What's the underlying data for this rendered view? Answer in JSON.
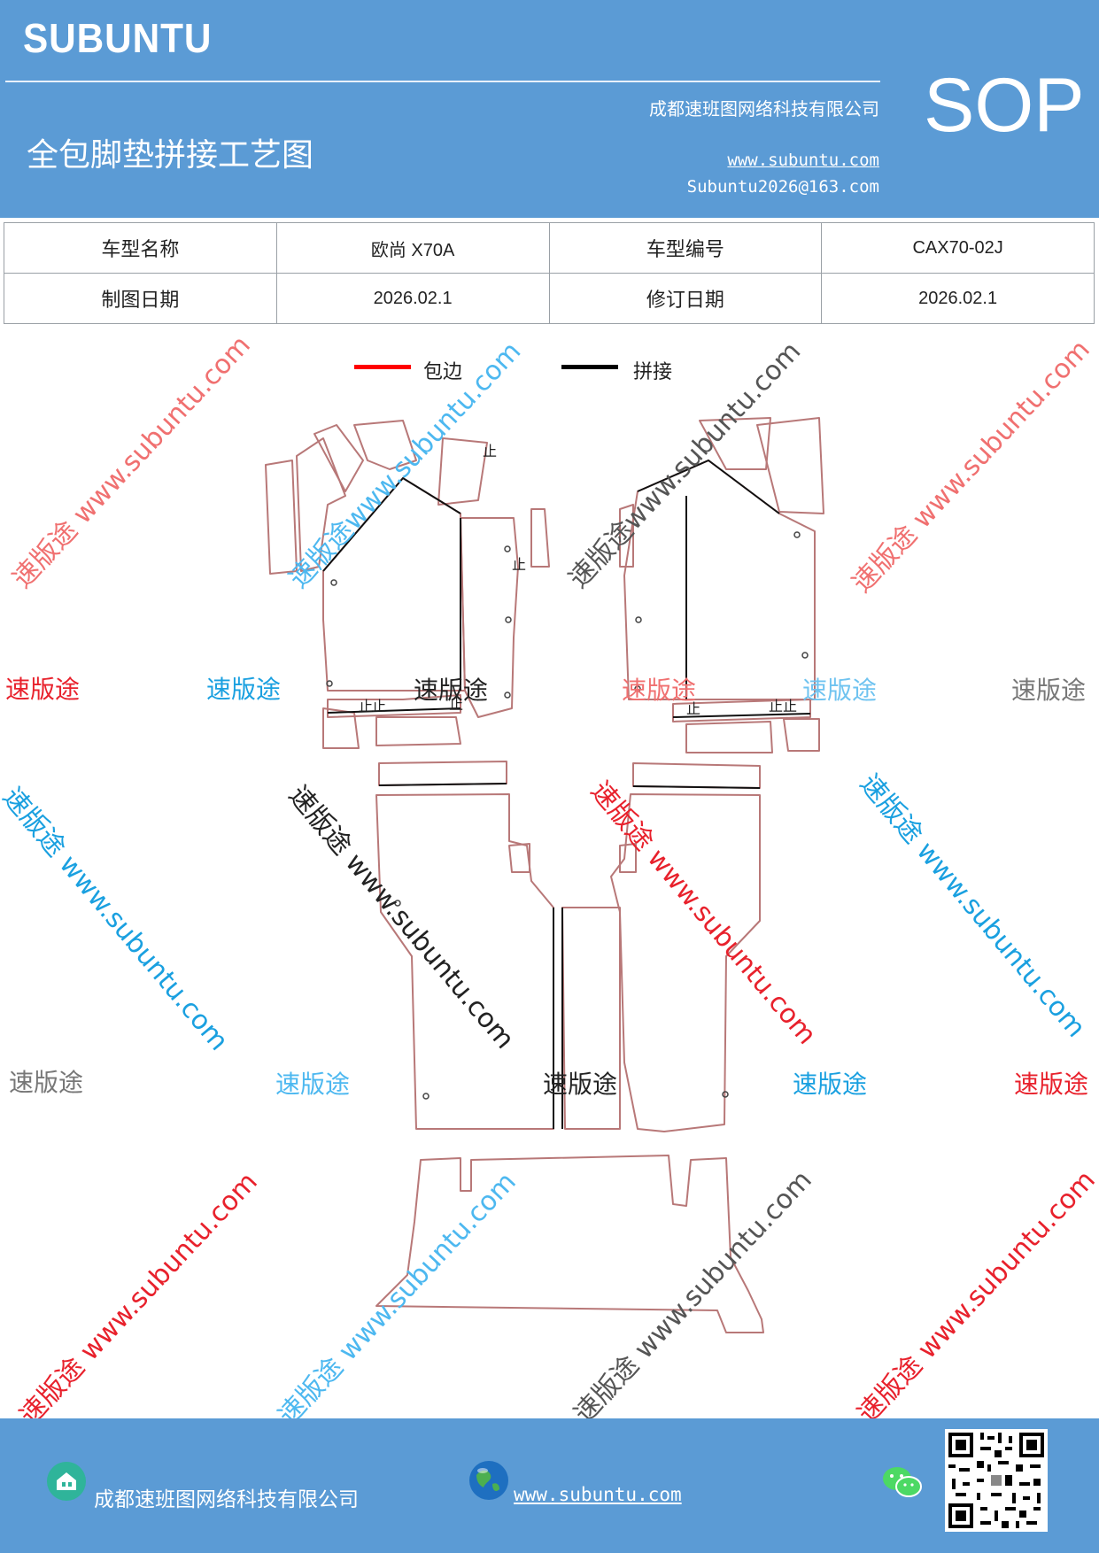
{
  "header": {
    "brand": "SUBUNTU",
    "title": "全包脚垫拼接工艺图",
    "company": "成都速班图网络科技有限公司",
    "website": "www.subuntu.com",
    "email": "Subuntu2026@163.com",
    "doc_type": "SOP",
    "background_color": "#5b9bd5"
  },
  "info_table": {
    "model_name_label": "车型名称",
    "model_name": "欧尚 X70A",
    "model_code_label": "车型编号",
    "model_code": "CAX70-02J",
    "draw_date_label": "制图日期",
    "draw_date": "2026.02.1",
    "revise_date_label": "修订日期",
    "revise_date": "2026.02.1"
  },
  "legend": {
    "wrap_label": "包边",
    "wrap_color": "#ff0000",
    "join_label": "拼接",
    "join_color": "#000000"
  },
  "drawing": {
    "part_mark": "止"
  },
  "watermark": {
    "brand_text": "速版途",
    "diag_text_1": "速版途 www.subuntu.com",
    "diag_text_2": "速版途www.subuntu.com",
    "colors": [
      "#e8212c",
      "#1aa0e0",
      "#6b6b6b",
      "#222222",
      "#4db8f0"
    ]
  },
  "footer": {
    "company": "成都速班图网络科技有限公司",
    "website": "www.subuntu.com",
    "icons": [
      "company-icon",
      "globe-icon",
      "wechat-icon",
      "qr-code"
    ]
  }
}
